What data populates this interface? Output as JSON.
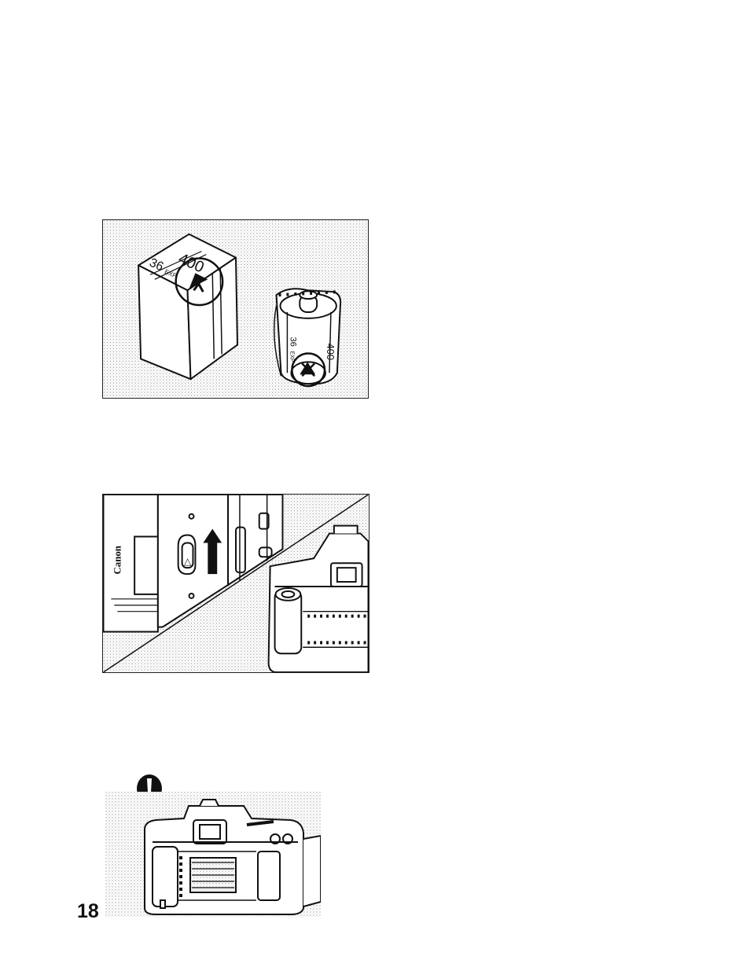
{
  "page": {
    "number": "18"
  },
  "figures": {
    "film_box": {
      "box_speed": "400",
      "box_exposures": "36",
      "box_exp_suffix": "EXP",
      "cartridge_speed": "400",
      "cartridge_exposures": "36",
      "cartridge_exp_suffix": "EXP"
    },
    "camera_switch": {
      "brand": "Canon",
      "switch_mark": "△"
    }
  },
  "colors": {
    "ink": "#111111",
    "screen": "#e6e6e6",
    "paper": "#ffffff"
  },
  "icons": {
    "caution": "caution-icon",
    "arrow": "up-arrow-icon",
    "dx": "dx-mark-icon"
  }
}
